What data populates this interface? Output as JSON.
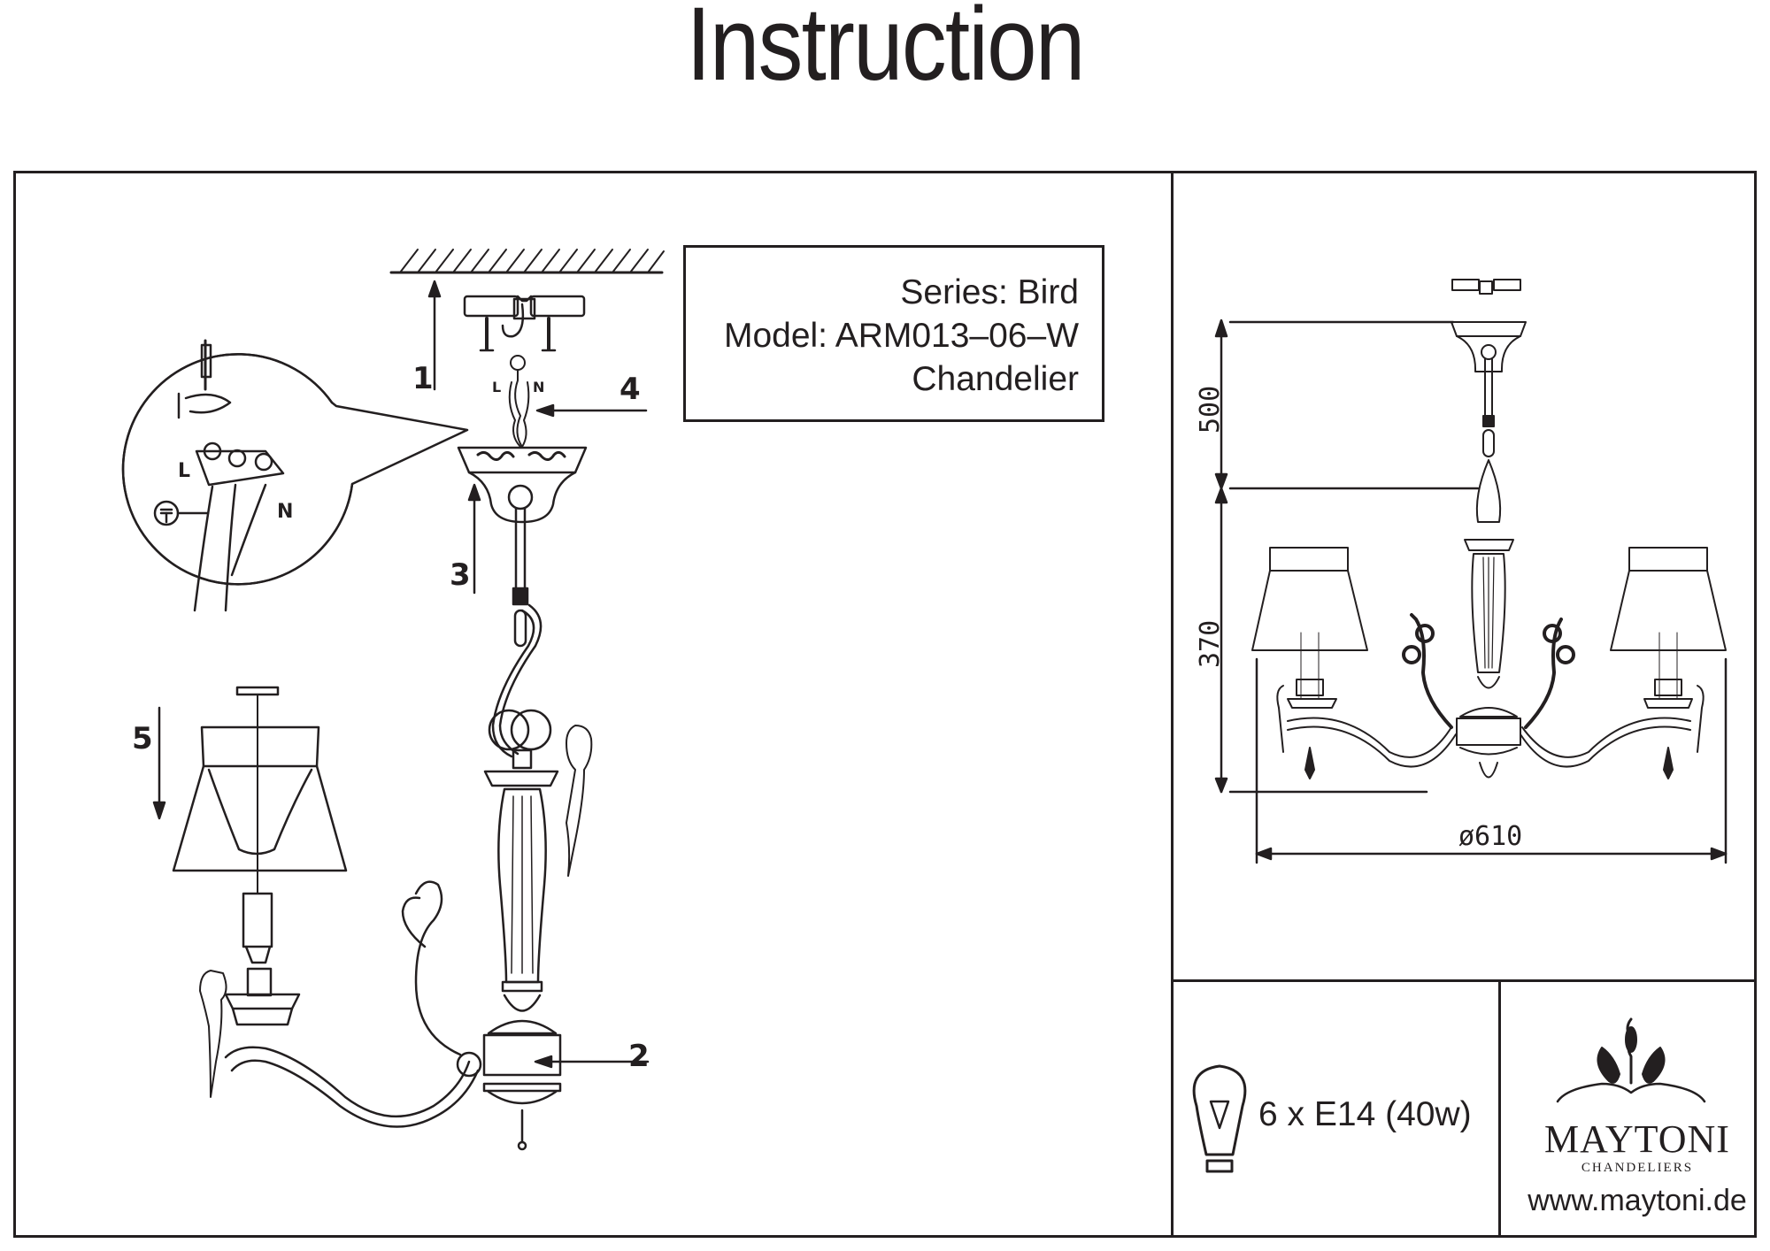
{
  "header": {
    "title": "Instruction"
  },
  "product": {
    "series": "Series: Bird",
    "model": "Model: ARM013–06–W",
    "type": "Chandelier"
  },
  "steps": [
    "1",
    "2",
    "3",
    "4",
    "5"
  ],
  "wiring": {
    "live": "L",
    "neutral": "N",
    "ground_symbol": "ground-icon"
  },
  "dimensions": {
    "chain_length": "500",
    "body_height": "370",
    "diameter": "ø610"
  },
  "bulb": {
    "icon": "light-bulb-icon",
    "spec": "6 x E14 (40w)"
  },
  "brand": {
    "name": "MAYTONI",
    "subtitle": "CHANDELIERS",
    "url": "www.maytoni.de"
  }
}
